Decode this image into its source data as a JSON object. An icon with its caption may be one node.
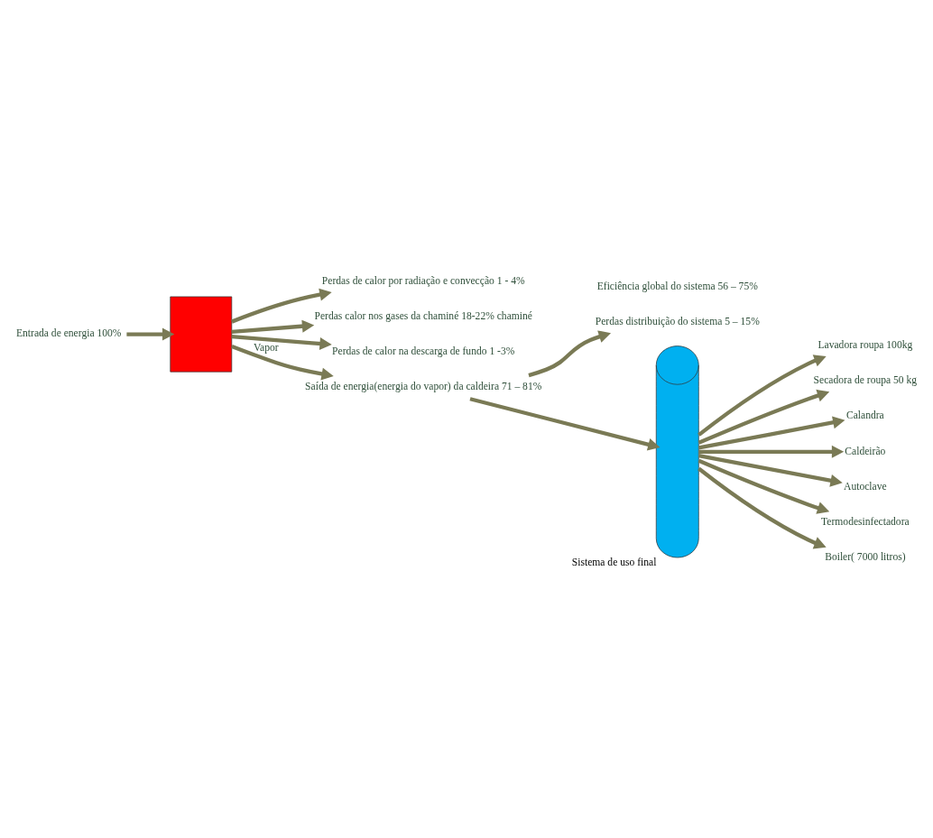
{
  "diagram": {
    "nodes": [
      {
        "text": [
          "Entrada de energia 100%"
        ]
      },
      {
        "text": [],
        "shape": "box"
      },
      {
        "text": [
          "Perdas de calor por radiação e convecção 1 - 4%"
        ]
      },
      {
        "text": [
          "Perdas calor nos gases da chaminé 18-22% chaminé"
        ]
      },
      {
        "text": [
          "Perdas de calor na descarga de fundo 1 -3%"
        ]
      },
      {
        "text": [
          "Saída de energia(energia do vapor) da caldeira 71 – 81%"
        ]
      },
      {
        "text": [
          "Perdas distribuição do sistema 5 – 15%"
        ]
      },
      {
        "text": [],
        "shape": "cylinder",
        "beside": [
          "Sistema de uso final"
        ]
      },
      {
        "text": [
          "Lavadora roupa 100kg"
        ]
      },
      {
        "text": [
          "Secadora de roupa 50 kg"
        ]
      },
      {
        "text": [
          "Calandra"
        ]
      },
      {
        "text": [
          "Caldeirão"
        ]
      },
      {
        "text": [
          "Autoclave"
        ]
      },
      {
        "text": [
          "Termodesinfectadora"
        ]
      },
      {
        "text": [
          "Boiler( 7000 litros)"
        ]
      }
    ],
    "edges": [
      {
        "from": 0,
        "to": 1,
        "arrow": "to"
      },
      {
        "from": 1,
        "to": 2,
        "arrow": "to"
      },
      {
        "from": 1,
        "to": 3,
        "arrow": "to"
      },
      {
        "from": 1,
        "to": 5,
        "arrow": "to",
        "label": "Vapor"
      },
      {
        "from": 1,
        "to": 4,
        "arrow": "to"
      },
      {
        "from": 5,
        "to": 7,
        "arrow": "to"
      },
      {
        "from": 5,
        "to": 6,
        "arrow": "to"
      },
      {
        "from": 7,
        "to": 8,
        "arrow": "to"
      },
      {
        "from": 7,
        "to": 9,
        "arrow": "to"
      },
      {
        "from": 7,
        "to": 10,
        "arrow": "to"
      },
      {
        "from": 7,
        "to": 11,
        "arrow": "to"
      },
      {
        "from": 7,
        "to": 12,
        "arrow": "to"
      },
      {
        "from": 7,
        "to": 13,
        "arrow": "to"
      },
      {
        "from": 7,
        "to": 14,
        "arrow": "to"
      }
    ],
    "labels": [
      "Eficiência global do sistema 56 – 75%"
    ]
  }
}
